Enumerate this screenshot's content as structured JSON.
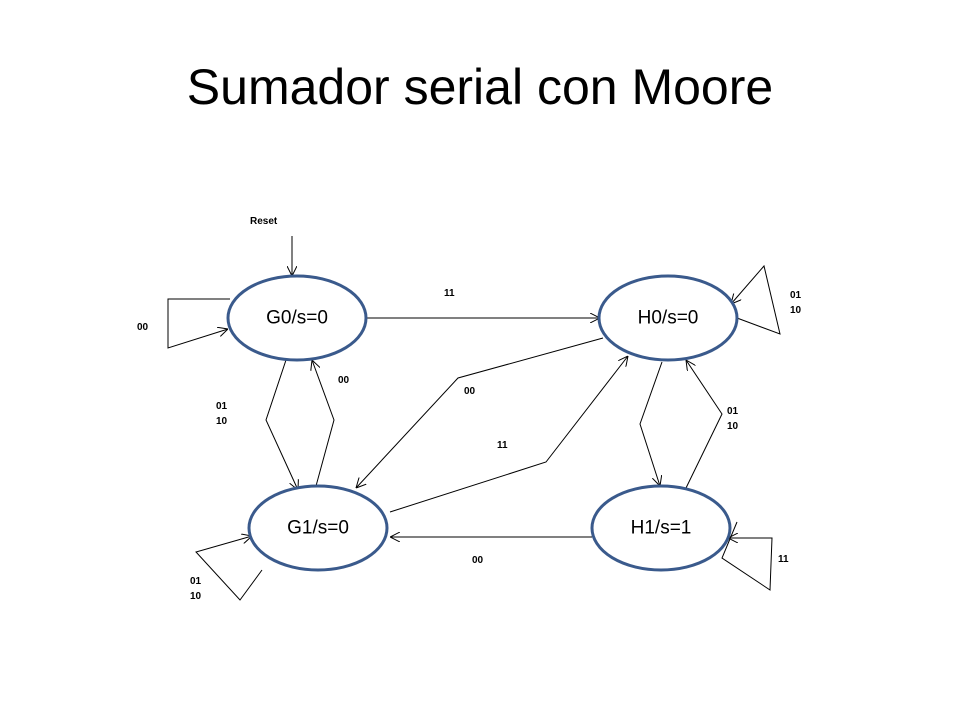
{
  "slide": {
    "title": "Sumador serial con Moore"
  },
  "reset": {
    "label": "Reset"
  },
  "states": {
    "g0": "G0/s=0",
    "h0": "H0/s=0",
    "g1": "G1/s=0",
    "h1": "H1/s=1"
  },
  "transitions": {
    "g0_self": "00",
    "g0_to_h0": "11",
    "g0_to_g1": [
      "01",
      "10"
    ],
    "g1_to_g0": "00",
    "h0_self": [
      "01",
      "10"
    ],
    "h0_to_g1": "00",
    "g1_to_h0": "11",
    "h1_to_h0": [
      "01",
      "10"
    ],
    "h1_to_g1": "00",
    "h1_self": "11",
    "g1_self": [
      "01",
      "10"
    ]
  }
}
